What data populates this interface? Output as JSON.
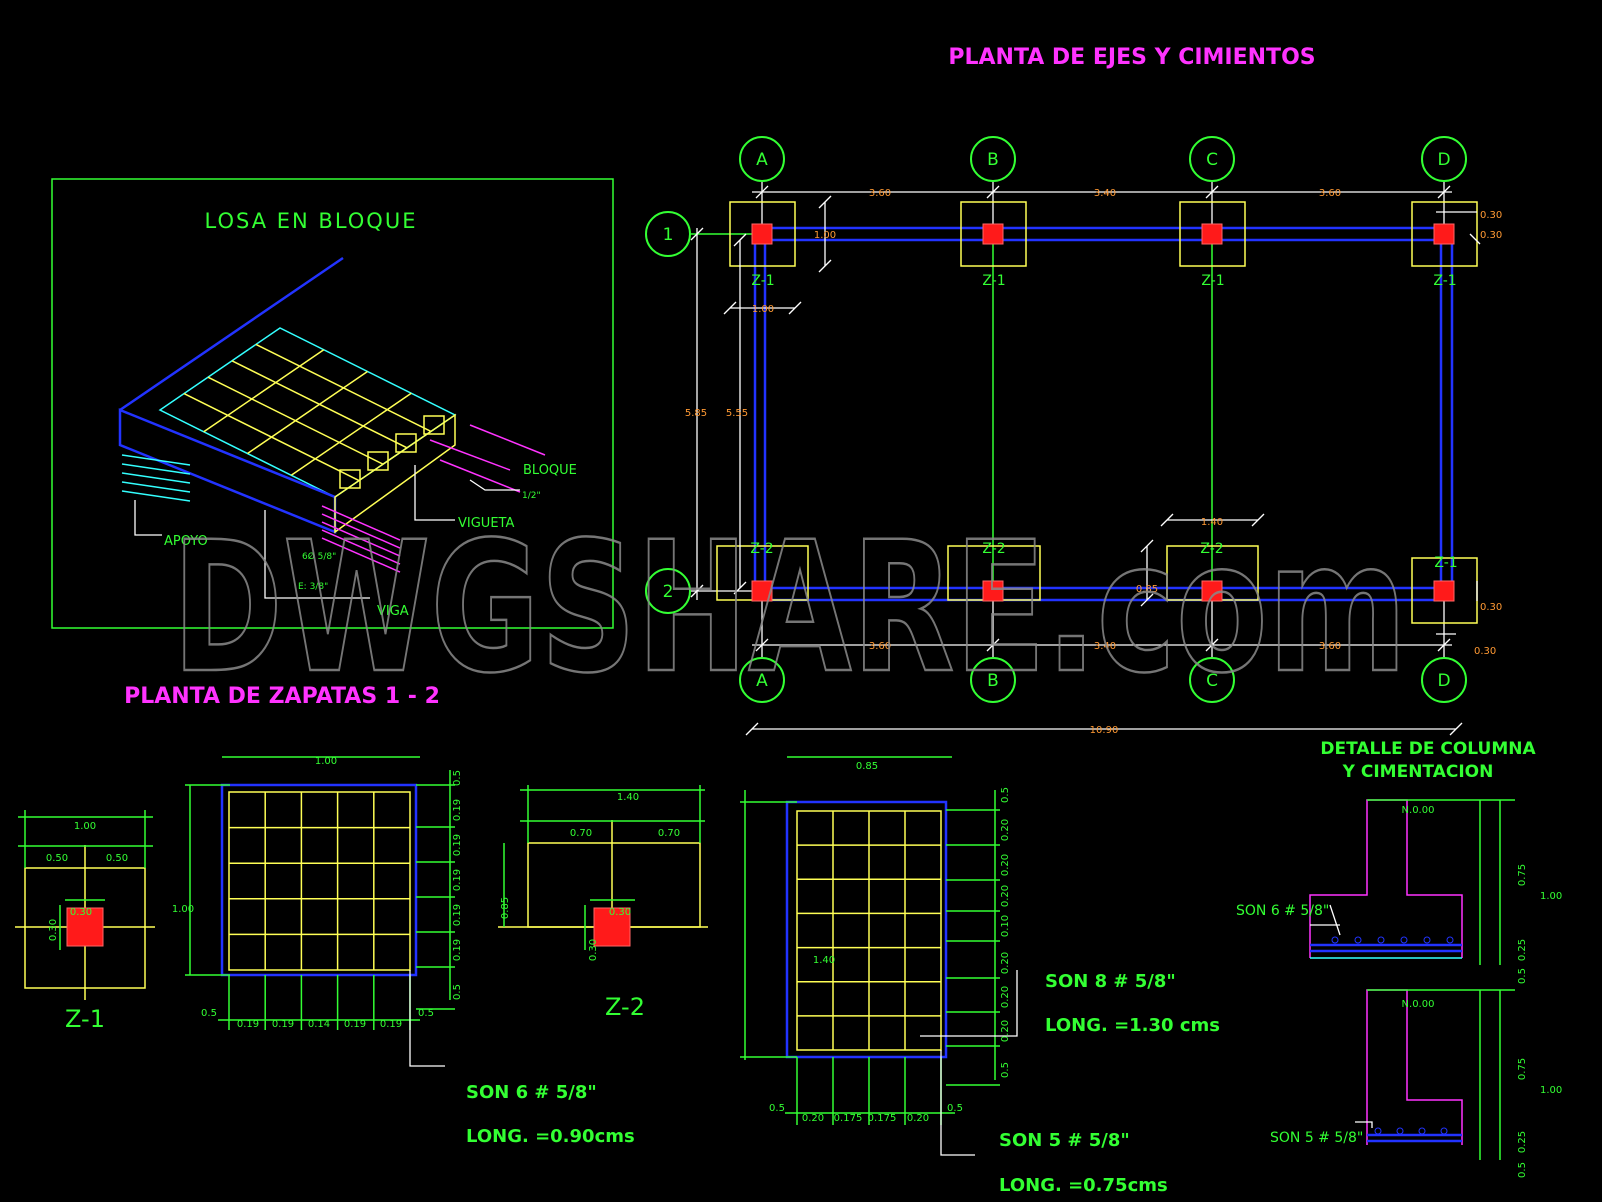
{
  "titles": {
    "plan": "PLANTA DE EJES Y CIMIENTOS",
    "slab": "LOSA EN BLOQUE",
    "footings": "PLANTA DE ZAPATAS 1 - 2",
    "detail_line1": "DETALLE DE COLUMNA",
    "detail_line2": "Y CIMENTACION"
  },
  "watermark": "DWGSHARE.com",
  "axes": {
    "columns": [
      "A",
      "B",
      "C",
      "D"
    ],
    "rows": [
      "1",
      "2"
    ]
  },
  "plan": {
    "spans": [
      "3.60",
      "3.40",
      "3.60"
    ],
    "total": "10.90",
    "left_dims": [
      "5.85",
      "5.55"
    ],
    "footing_dims": {
      "z1_height": "1.00",
      "z1_width": "1.00",
      "col_a": "0.30",
      "col_b": "0.30",
      "z2_width": "1.40",
      "z2_height": "0.85",
      "d_a": "0.30",
      "d_b": "0.30"
    },
    "footing_labels_top": [
      "Z-1",
      "Z-1",
      "Z-1",
      "Z-1"
    ],
    "footing_labels_bottom": [
      "Z-2",
      "Z-2",
      "Z-2",
      "Z-1"
    ]
  },
  "slab_labels": {
    "bloque": "BLOQUE",
    "half": "1/2\"",
    "vigueta": "VIGUETA",
    "apoyo": "APOYO",
    "bars": "6Ø 5/8\"",
    "stirrup": "E: 3/8\"",
    "viga": "VIGA"
  },
  "z1_small": {
    "label": "Z-1",
    "width": "1.00",
    "half_a": "0.50",
    "half_b": "0.50",
    "col_w": "0.30",
    "col_h": "0.30"
  },
  "z2_small": {
    "label": "Z-2",
    "width": "1.40",
    "half_a": "0.70",
    "half_b": "0.70",
    "height": "0.85",
    "col_w": "0.30",
    "col_h": "0.30"
  },
  "z1_grid": {
    "top": "1.00",
    "left": "1.00",
    "right": [
      "0.5",
      "0.19",
      "0.19",
      "0.19",
      "0.19",
      "0.19",
      "0.5"
    ],
    "bottom": [
      "0.5",
      "0.19",
      "0.19",
      "0.14",
      "0.19",
      "0.19",
      "0.5"
    ],
    "note1": "SON 6 # 5/8\"",
    "note2": "LONG. =0.90cms"
  },
  "z2_grid": {
    "top": "0.85",
    "left": "1.40",
    "right": [
      "0.5",
      "0.20",
      "0.20",
      "0.20",
      "0.10",
      "0.20",
      "0.20",
      "0.20",
      "0.5"
    ],
    "bottom": [
      "0.5",
      "0.20",
      "0.175",
      "0.175",
      "0.20",
      "0.5"
    ],
    "note1": "SON 8 # 5/8\"",
    "note2": "LONG. =1.30 cms",
    "note3": "SON 5 # 5/8\"",
    "note4": "LONG. =0.75cms"
  },
  "detail": {
    "level": "N.0.00",
    "upper": {
      "note": "SON 6 # 5/8\"",
      "dims": [
        "0.75",
        "1.00",
        "0.25",
        "0.5"
      ]
    },
    "lower": {
      "note": "SON 5 # 5/8\"",
      "dims": [
        "0.75",
        "1.00",
        "0.25",
        "0.5"
      ]
    }
  }
}
